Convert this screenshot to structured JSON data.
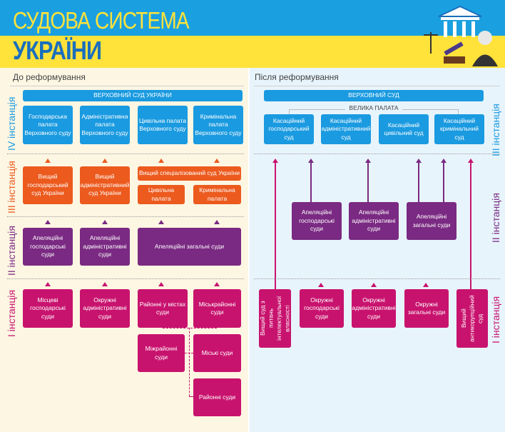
{
  "header": {
    "title_line1": "СУДОВА СИСТЕМА",
    "title_line2": "УКРАЇНИ"
  },
  "before": {
    "heading": "До реформування",
    "levels": [
      "IV інстанція",
      "III інстанція",
      "II інстанція",
      "I інстанція"
    ],
    "supreme": "ВЕРХОВНИЙ СУД УКРАЇНИ",
    "iv": [
      "Господарська палата Верховного суду",
      "Адміністративна палата Верховного суду",
      "Цивільна палата Верховного суду",
      "Кримінальна палата Верховного суду"
    ],
    "iii": [
      "Вищий господарський суд України",
      "Вищий адміністративний суд України",
      "Вищий спеціалізований суд України",
      "Цивільна палата",
      "Кримінальна палата"
    ],
    "ii": [
      "Апеляційні господарські суди",
      "Апеляційні адміністративні суди",
      "Апеляційні загальні суди"
    ],
    "i": [
      "Місцеві господарські суди",
      "Окружні адміністративні суди",
      "Районні у містах суди",
      "Міськрайонні суди",
      "Міжрайонні суди",
      "Міські суди",
      "Районні суди"
    ]
  },
  "after": {
    "heading": "Після реформування",
    "levels": [
      "III інстанція",
      "II інстанція",
      "I інстанція"
    ],
    "supreme": "ВЕРХОВНИЙ СУД",
    "grand_chamber": "ВЕЛИКА ПАЛАТА",
    "iii": [
      "Касаційний господарський суд",
      "Касаційний адміністративний суд",
      "Касаційний цивільний суд",
      "Касаційний кримінальний суд"
    ],
    "ii": [
      "Апеляційні господарські суди",
      "Апеляційні адміністративні суди",
      "Апеляційні загальні суди"
    ],
    "i": [
      "Вищий суд з питань інтелектуальної власності",
      "Окружні господарські суди",
      "Окружні адміністративні суди",
      "Окружні загальні суди",
      "Вищий антикорупційний суд"
    ]
  }
}
